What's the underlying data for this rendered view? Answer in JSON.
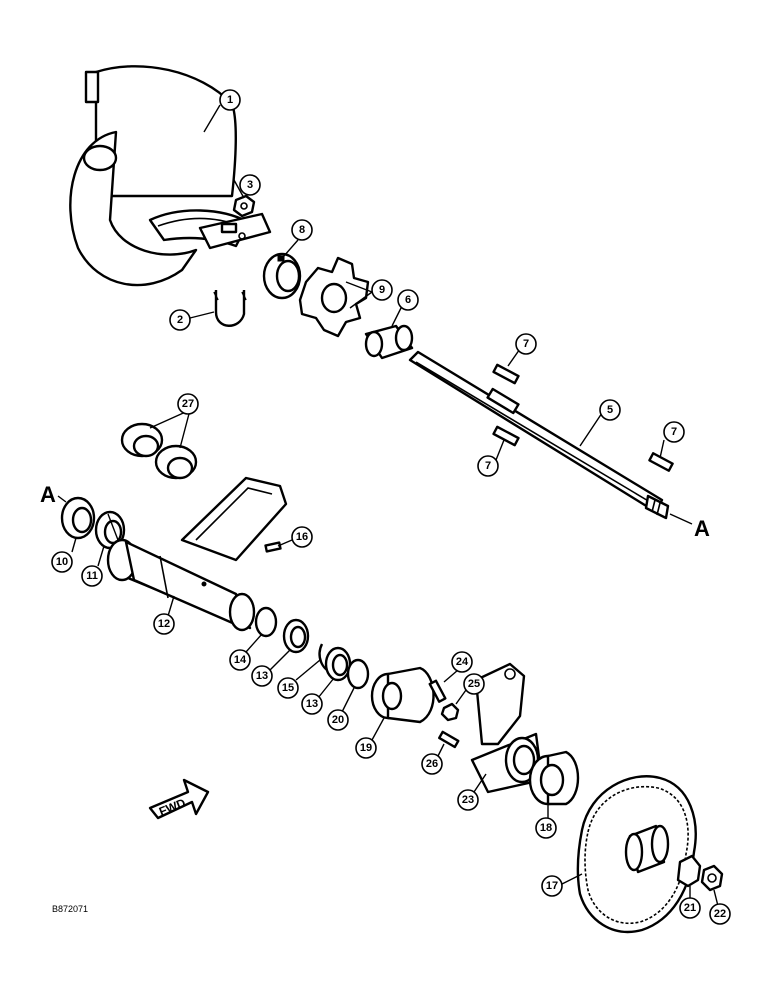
{
  "diagram": {
    "drawing_code": "B872071",
    "reference_letter": "A",
    "direction_label": "FWD",
    "callouts": [
      {
        "id": "c1",
        "label": "1"
      },
      {
        "id": "c2",
        "label": "2"
      },
      {
        "id": "c3",
        "label": "3"
      },
      {
        "id": "c5",
        "label": "5"
      },
      {
        "id": "c6",
        "label": "6"
      },
      {
        "id": "c7a",
        "label": "7"
      },
      {
        "id": "c7b",
        "label": "7"
      },
      {
        "id": "c7c",
        "label": "7"
      },
      {
        "id": "c8",
        "label": "8"
      },
      {
        "id": "c9",
        "label": "9"
      },
      {
        "id": "c10",
        "label": "10"
      },
      {
        "id": "c11",
        "label": "11"
      },
      {
        "id": "c12",
        "label": "12"
      },
      {
        "id": "c13a",
        "label": "13"
      },
      {
        "id": "c13b",
        "label": "13"
      },
      {
        "id": "c14",
        "label": "14"
      },
      {
        "id": "c15",
        "label": "15"
      },
      {
        "id": "c16",
        "label": "16"
      },
      {
        "id": "c17",
        "label": "17"
      },
      {
        "id": "c18",
        "label": "18"
      },
      {
        "id": "c19",
        "label": "19"
      },
      {
        "id": "c20",
        "label": "20"
      },
      {
        "id": "c21",
        "label": "21"
      },
      {
        "id": "c22",
        "label": "22"
      },
      {
        "id": "c23",
        "label": "23"
      },
      {
        "id": "c24",
        "label": "24"
      },
      {
        "id": "c25",
        "label": "25"
      },
      {
        "id": "c26",
        "label": "26"
      },
      {
        "id": "c27",
        "label": "27"
      }
    ]
  }
}
